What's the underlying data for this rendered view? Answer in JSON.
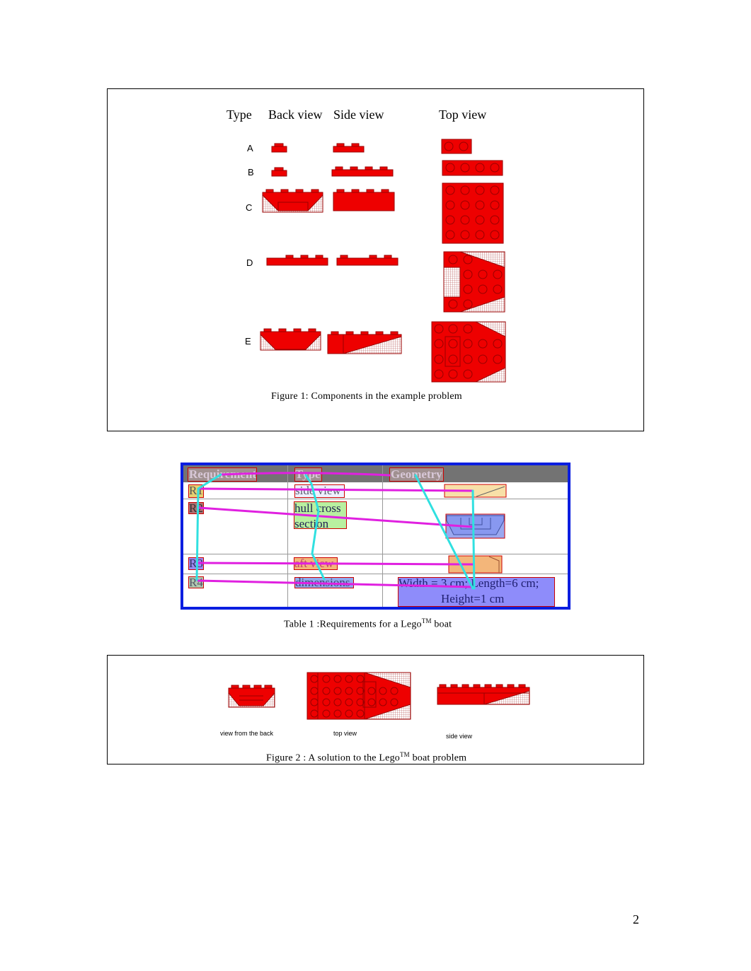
{
  "figure1": {
    "headers": [
      "Type",
      "Back view",
      "Side view",
      "Top view"
    ],
    "row_labels": [
      "A",
      "B",
      "C",
      "D",
      "E"
    ],
    "caption": "Figure 1: Components in the example problem"
  },
  "table1": {
    "headers": [
      "Requirement",
      "Type",
      "Geometry"
    ],
    "rows": [
      {
        "req": "R1",
        "type": "side view",
        "geometry": ""
      },
      {
        "req": "R2",
        "type_line1": "hull cross",
        "type_line2": "section",
        "geometry": ""
      },
      {
        "req": "R3",
        "type": "aft view",
        "geometry": ""
      },
      {
        "req": "R4",
        "type": "dimensions",
        "geometry_line1": "Width = 3 cm; Length=6 cm;",
        "geometry_line2": "Height=1 cm"
      }
    ],
    "caption": "Table 1 :Requirements for a Lego",
    "caption_tm": "TM",
    "caption_end": " boat"
  },
  "figure2": {
    "labels": [
      "view from the back",
      "top view",
      "side view"
    ],
    "caption": "Figure 2 : A solution to the Lego",
    "caption_tm": "TM",
    "caption_end": " boat problem"
  },
  "page_number": "2",
  "colors": {
    "brick": "#ee0000",
    "outline": "#990000",
    "table_border": "#0a1ee0",
    "link_magenta": "#e020e0",
    "link_cyan": "#30e0e0"
  }
}
